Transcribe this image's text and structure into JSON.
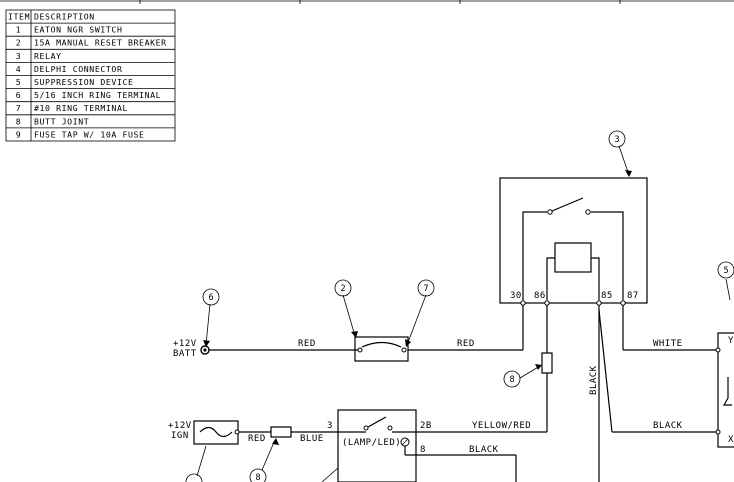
{
  "parts_table": {
    "headers": [
      "ITEM",
      "DESCRIPTION"
    ],
    "rows": [
      {
        "item": "1",
        "description": "EATON NGR SWITCH"
      },
      {
        "item": "2",
        "description": "15A MANUAL RESET BREAKER"
      },
      {
        "item": "3",
        "description": "RELAY"
      },
      {
        "item": "4",
        "description": "DELPHI CONNECTOR"
      },
      {
        "item": "5",
        "description": "SUPPRESSION DEVICE"
      },
      {
        "item": "6",
        "description": "5/16 INCH RING TERMINAL"
      },
      {
        "item": "7",
        "description": "#10 RING TERMINAL"
      },
      {
        "item": "8",
        "description": "BUTT JOINT"
      },
      {
        "item": "9",
        "description": "FUSE TAP W/ 10A FUSE"
      }
    ]
  },
  "balloons": {
    "relay": "3",
    "suppression": "5",
    "ring_terminal_batt": "6",
    "breaker": "2",
    "ring_terminal_10": "7",
    "butt_joint_upper": "8",
    "butt_joint_lower": "8"
  },
  "labels": {
    "batt_line1": "+12V",
    "batt_line2": "BATT",
    "ign_line1": "+12V",
    "ign_line2": "IGN",
    "switch_text": "(LAMP/LED)",
    "pin_3": "3",
    "pin_2b": "2B",
    "pin_8": "8",
    "relay_30": "30",
    "relay_86": "86",
    "relay_85": "85",
    "relay_87": "87",
    "pin_y": "Y",
    "pin_x": "X"
  },
  "wires": {
    "red_left": "RED",
    "red_right": "RED",
    "white": "WHITE",
    "black_right": "BLACK",
    "black_vertical": "BLACK",
    "yellow_red": "YELLOW/RED",
    "black_bottom": "BLACK",
    "red_ign": "RED",
    "blue": "BLUE"
  }
}
